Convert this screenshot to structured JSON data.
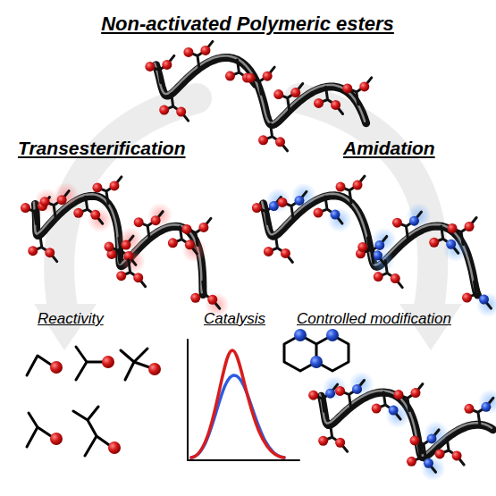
{
  "diagram": {
    "title": "Non-activated Polymeric esters",
    "labels": [
      "Transesterification",
      "Amidation",
      "Reactivity",
      "Catalysis",
      "Controlled modification"
    ]
  }
}
